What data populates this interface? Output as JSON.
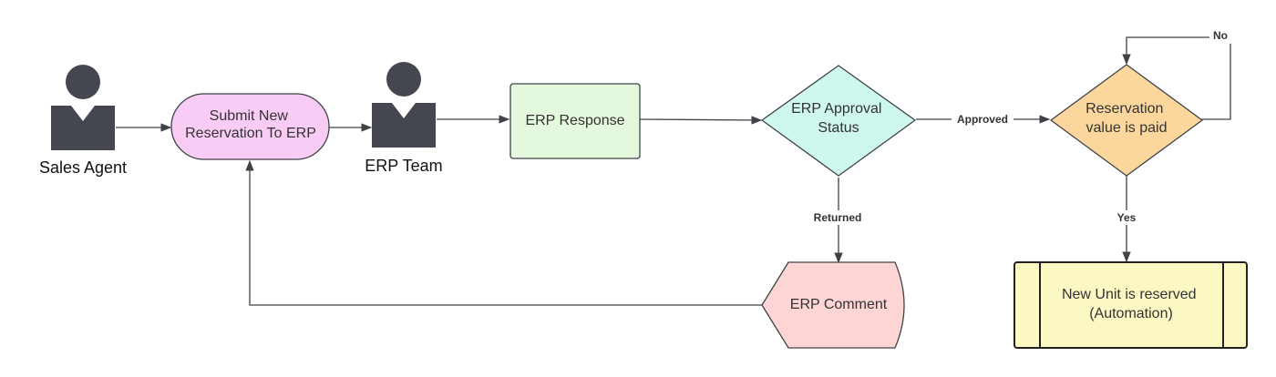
{
  "actors": {
    "sales_agent": "Sales Agent",
    "erp_team": "ERP Team"
  },
  "nodes": {
    "submit": [
      "Submit  New",
      "Reservation To ERP"
    ],
    "erp_response": "ERP Response",
    "approval_status": [
      "ERP Approval",
      "Status"
    ],
    "reservation_paid": [
      "Reservation",
      "value is paid"
    ],
    "erp_comment": "ERP Comment",
    "unit_reserved": [
      "New Unit is reserved",
      "(Automation)"
    ]
  },
  "edges": {
    "approved": "Approved",
    "no": "No",
    "returned": "Returned",
    "yes": "Yes"
  },
  "colors": {
    "submit_fill": "#f8ccf4",
    "response_fill": "#e3f8dc",
    "approval_fill": "#cdf7ef",
    "paid_fill": "#fbd79d",
    "comment_fill": "#fdd5d5",
    "reserved_fill": "#fbf8c4",
    "actor": "#44474f",
    "stroke": "#3f4348"
  }
}
